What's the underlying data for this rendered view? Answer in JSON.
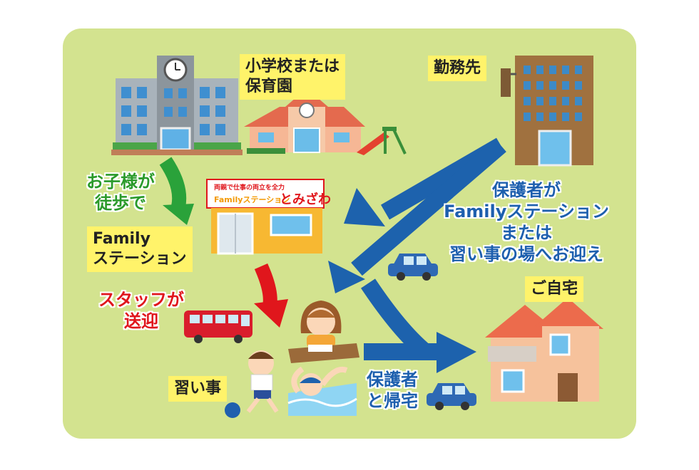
{
  "places": {
    "school": "小学校または\n保育園",
    "work": "勤務先",
    "family_station": "Family\nステーション",
    "home": "ご自宅",
    "lessons": "習い事"
  },
  "sign": {
    "small_text": "両親で仕事の両立を全力",
    "main_text": "Familyステーション",
    "brand_text": "とみざわ"
  },
  "captions": {
    "walk": "お子様が\n徒歩で",
    "staff": "スタッフが\n送迎",
    "guardian_pickup": "保護者が\nFamilyステーション\nまたは\n習い事の場へお迎え",
    "guardian_home": "保護者\nと帰宅"
  },
  "colors": {
    "panel": "#d3e38f",
    "label": "#fff36a",
    "green_arrow": "#2aa23a",
    "red_arrow": "#e0161c",
    "blue_arrow": "#1d62ad"
  }
}
